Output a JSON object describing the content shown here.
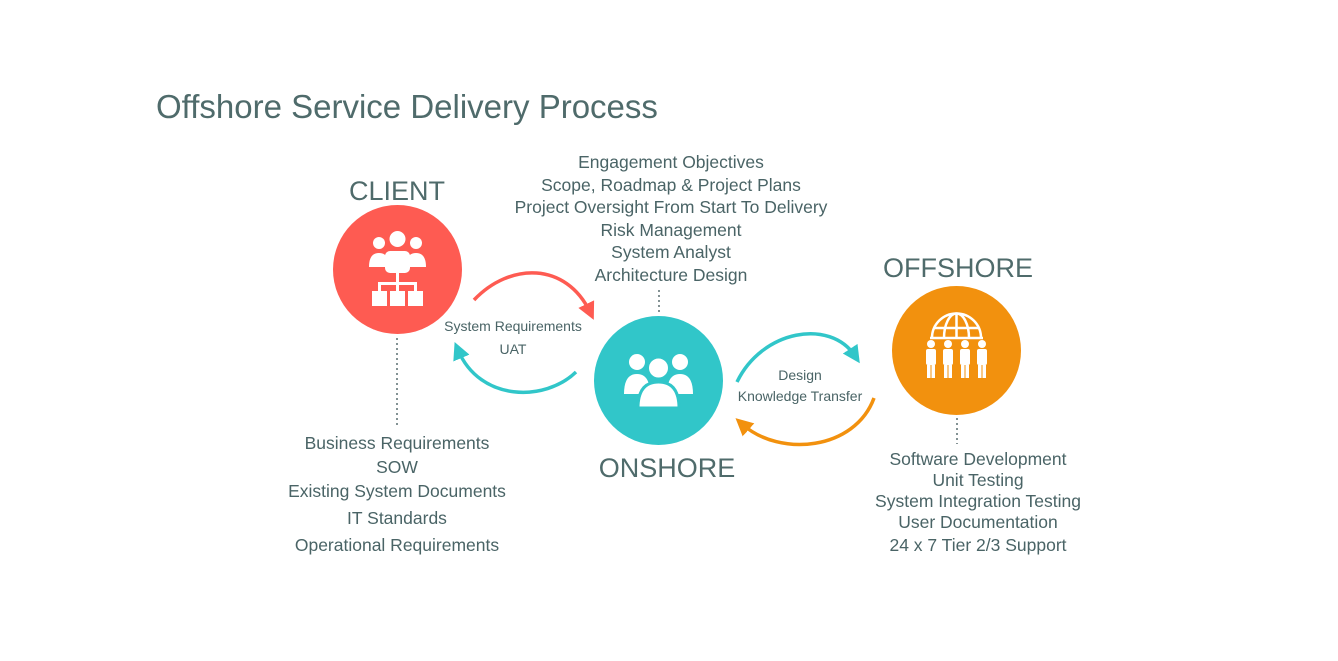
{
  "title": "Offshore Service Delivery Process",
  "nodes": {
    "client": {
      "label": "CLIENT",
      "color": "#fe5b52",
      "icon": "hierarchy-people-icon",
      "items": [
        "Business Requirements",
        "SOW",
        "Existing System Documents",
        "IT Standards",
        "Operational Requirements"
      ]
    },
    "onshore": {
      "label": "ONSHORE",
      "color": "#31c6c9",
      "icon": "group-people-icon",
      "items": [
        "Engagement Objectives",
        "Scope, Roadmap & Project Plans",
        "Project Oversight From Start To Delivery",
        "Risk Management",
        "System Analyst",
        "Architecture Design"
      ]
    },
    "offshore": {
      "label": "OFFSHORE",
      "color": "#f2910e",
      "icon": "globe-team-icon",
      "items": [
        "Software Development",
        "Unit Testing",
        "System Integration Testing",
        "User Documentation",
        "24 x 7 Tier 2/3 Support"
      ]
    }
  },
  "flows": {
    "client_onshore": [
      "System Requirements",
      "UAT"
    ],
    "onshore_offshore": [
      "Design",
      "Knowledge Transfer"
    ]
  },
  "arrow_colors": {
    "red": "#fe5b52",
    "teal": "#31c6c9",
    "orange": "#f2910e"
  }
}
